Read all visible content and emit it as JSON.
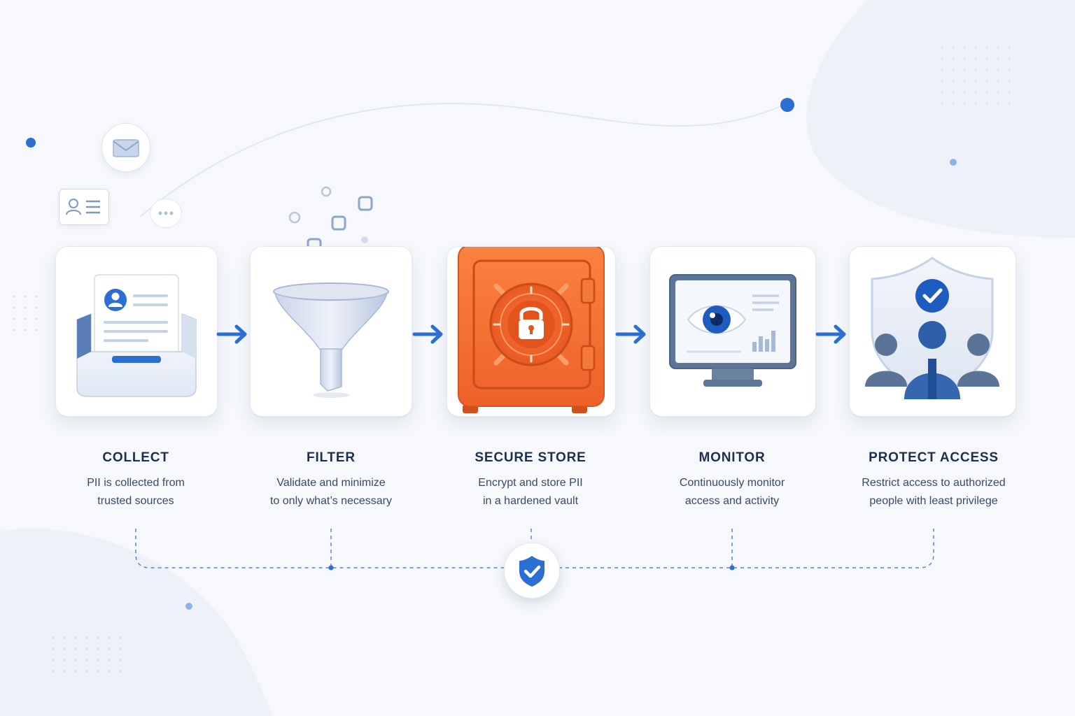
{
  "steps": [
    {
      "title": "COLLECT",
      "desc_line1": "PII is collected from",
      "desc_line2": "trusted sources"
    },
    {
      "title": "FILTER",
      "desc_line1": "Validate and minimize",
      "desc_line2": "to only what’s necessary"
    },
    {
      "title": "SECURE STORE",
      "desc_line1": "Encrypt and store PII",
      "desc_line2": "in a hardened vault"
    },
    {
      "title": "MONITOR",
      "desc_line1": "Continuously monitor",
      "desc_line2": "access and activity"
    },
    {
      "title": "PROTECT ACCESS",
      "desc_line1": "Restrict access to authorized",
      "desc_line2": "people with least privilege"
    }
  ],
  "icons": {
    "collect": "document-tray-icon",
    "filter": "funnel-icon",
    "secure": "vault-safe-icon",
    "monitor": "monitor-eye-icon",
    "protect": "shield-people-icon",
    "badge": "shield-check-icon",
    "mail": "envelope-icon",
    "id": "id-card-icon",
    "chat": "chat-bubble-icon"
  },
  "colors": {
    "accent_blue": "#2a6fd1",
    "vault_orange": "#f26a2e",
    "title_text": "#1e2f4d",
    "body_text": "#3a4a63",
    "background": "#f6f8fb"
  }
}
